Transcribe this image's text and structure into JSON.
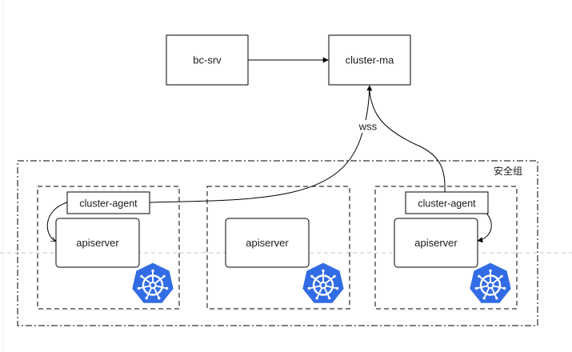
{
  "nodes": {
    "bc_srv": "bc-srv",
    "cluster_ma": "cluster-ma",
    "cluster_agent": "cluster-agent",
    "apiserver": "apiserver"
  },
  "edge_labels": {
    "wss": "wss"
  },
  "group": {
    "security_group": "安全组"
  },
  "icons": {
    "kubernetes": "kubernetes-helm-icon"
  },
  "colors": {
    "kubernetes_blue": "#326ce5",
    "stroke": "#000000",
    "page_guide": "#c8c8c8"
  }
}
